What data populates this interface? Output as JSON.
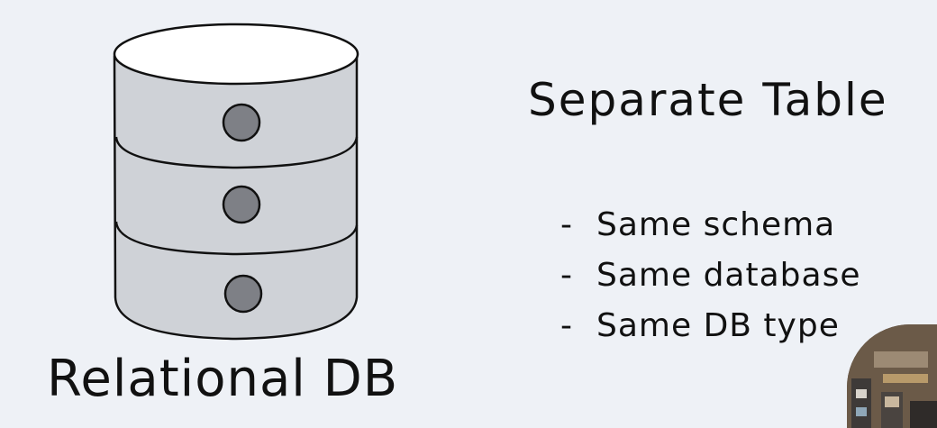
{
  "diagram": {
    "database_label": "Relational DB",
    "heading": "Separate Table",
    "bullets": [
      {
        "dash": "-",
        "text": "Same schema"
      },
      {
        "dash": "-",
        "text": "Same database"
      },
      {
        "dash": "-",
        "text": "Same DB type"
      }
    ],
    "colors": {
      "background": "#eef1f6",
      "cylinder_body": "#cfd2d7",
      "cylinder_top": "#ffffff",
      "indicator": "#7e8086",
      "stroke": "#111111"
    },
    "icons": [
      "database-cylinder-icon",
      "presenter-webcam-thumbnail"
    ]
  }
}
